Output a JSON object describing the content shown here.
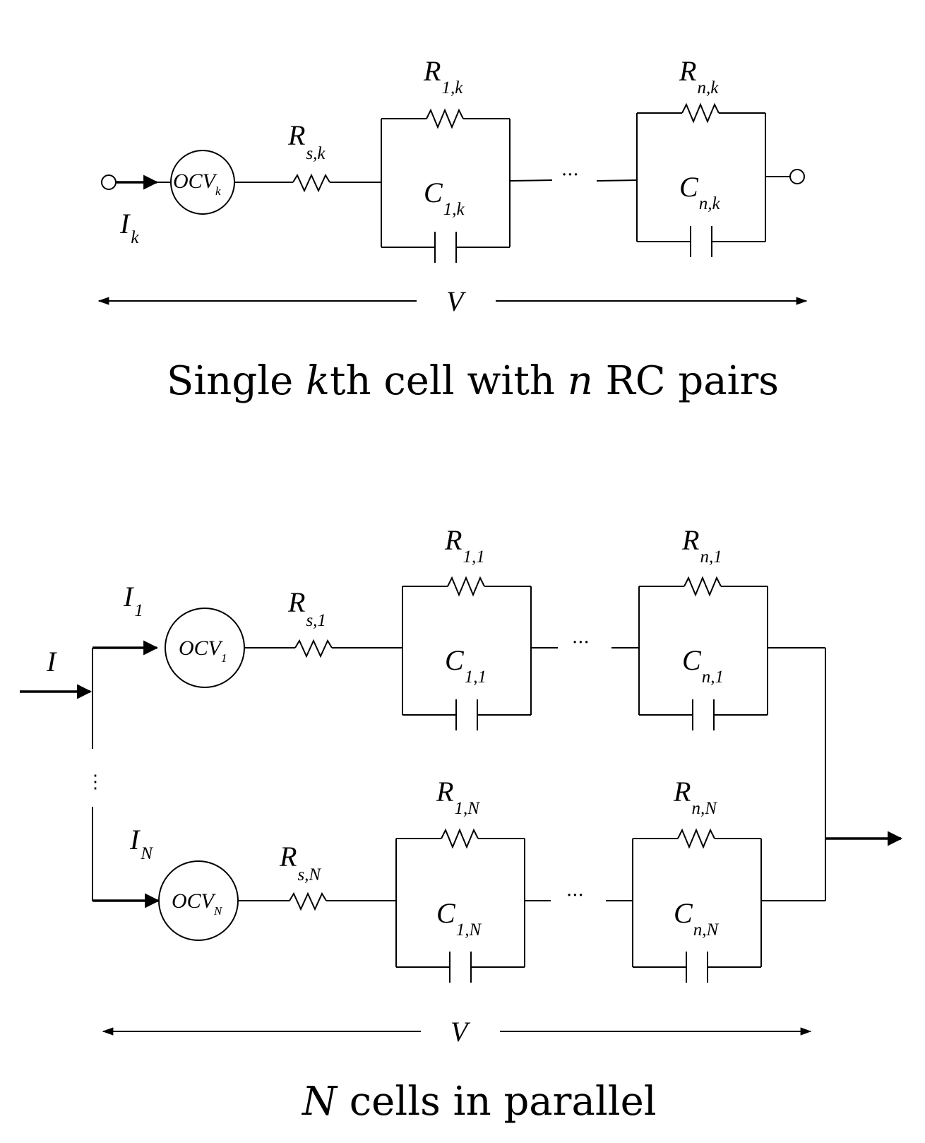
{
  "top": {
    "current": {
      "main": "I",
      "sub": "k"
    },
    "source": {
      "main": "OCV",
      "sub": "k"
    },
    "series_resistor": {
      "main": "R",
      "sub": "s,k"
    },
    "rc1": {
      "r_main": "R",
      "r_sub": "1,k",
      "c_main": "C",
      "c_sub": "1,k"
    },
    "rcn": {
      "r_main": "R",
      "r_sub": "n,k",
      "c_main": "C",
      "c_sub": "n,k"
    },
    "ellipsis": "···",
    "voltage": "V",
    "caption": {
      "part1": "Single ",
      "k": "k",
      "part2": "th cell with ",
      "n": "n",
      "part3": " RC pairs"
    }
  },
  "bottom": {
    "input_current": "I",
    "vertical_ellipsis": "⋮",
    "branch1": {
      "current": {
        "main": "I",
        "sub": "1"
      },
      "source": {
        "main": "OCV",
        "sub": "1"
      },
      "series_resistor": {
        "main": "R",
        "sub": "s,1"
      },
      "rc1": {
        "r_main": "R",
        "r_sub": "1,1",
        "c_main": "C",
        "c_sub": "1,1"
      },
      "rcn": {
        "r_main": "R",
        "r_sub": "n,1",
        "c_main": "C",
        "c_sub": "n,1"
      },
      "ellipsis": "···"
    },
    "branchN": {
      "current": {
        "main": "I",
        "sub": "N"
      },
      "source": {
        "main": "OCV",
        "sub": "N"
      },
      "series_resistor": {
        "main": "R",
        "sub": "s,N"
      },
      "rc1": {
        "r_main": "R",
        "r_sub": "1,N",
        "c_main": "C",
        "c_sub": "1,N"
      },
      "rcn": {
        "r_main": "R",
        "r_sub": "n,N",
        "c_main": "C",
        "c_sub": "n,N"
      },
      "ellipsis": "···"
    },
    "voltage": "V",
    "caption": {
      "N": "N",
      "rest": " cells in parallel"
    }
  }
}
